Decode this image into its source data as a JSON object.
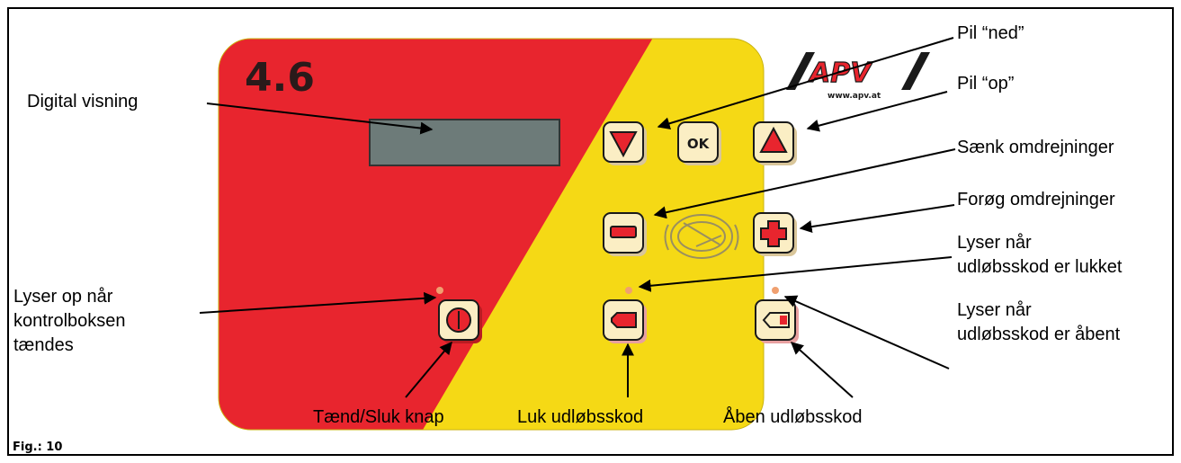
{
  "panel": {
    "model": "4.6",
    "brand": "APV",
    "website": "www.apv.at",
    "ok_label": "OK",
    "colors": {
      "red": "#e8252e",
      "yellow": "#f5d915",
      "display": "#6d7b79"
    }
  },
  "labels": {
    "digital_display": "Digital visning",
    "arrow_down": "Pil “ned”",
    "arrow_up": "Pil “op”",
    "decrease_rpm": "Sænk omdrejninger",
    "increase_rpm": "Forøg omdrejninger",
    "closed_line1": "Lyser når",
    "closed_line2": "udløbsskod er lukket",
    "open_line1": "Lyser når",
    "open_line2": "udløbsskod er åbent",
    "power_led_line1": "Lyser op når",
    "power_led_line2": "kontrolboksen",
    "power_led_line3": "tændes",
    "power_button": "Tænd/Sluk knap",
    "close_gate": "Luk udløbsskod",
    "open_gate": "Åben udløbsskod"
  },
  "caption": "Fig.: 10"
}
